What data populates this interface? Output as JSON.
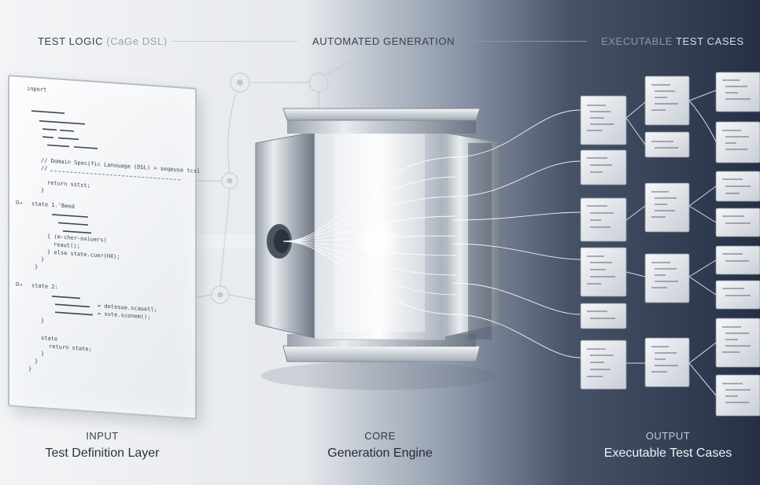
{
  "header": {
    "left_main": "TEST LOGIC",
    "left_paren": "(CaGe DSL)",
    "center": "AUTOMATED GENERATION",
    "right_muted": "EXECUTABLE",
    "right_main": "TEST CASES"
  },
  "code_lines": [
    "inport",
    "// Domain Specific Lanouage (DSL) > seqeuse tcsl",
    "//",
    "return sstst;",
    "}",
    "state 1.'Bиod",
    "{ (m-cher-oxiuers)",
    "reaut();",
    "} else state.cuer(HX);",
    "}",
    "}",
    "state 2:",
    "= detesue.scauetl;",
    "= svte.sconem();",
    "}",
    "state",
    "return state;",
    "}",
    "}",
    "}"
  ],
  "captions": {
    "input_label": "INPUT",
    "input_title": "Test Definition Layer",
    "core_label": "CORE",
    "core_title": "Generation Engine",
    "output_label": "OUTPUT",
    "output_title": "Executable Test Cases"
  },
  "colors": {
    "bg_light": "#eef0f3",
    "bg_dark": "#283246",
    "text_dark": "#3a4150",
    "text_light": "#e6eaf0",
    "muted_light": "#9aa3ae",
    "muted_dark": "#8c96a6"
  }
}
